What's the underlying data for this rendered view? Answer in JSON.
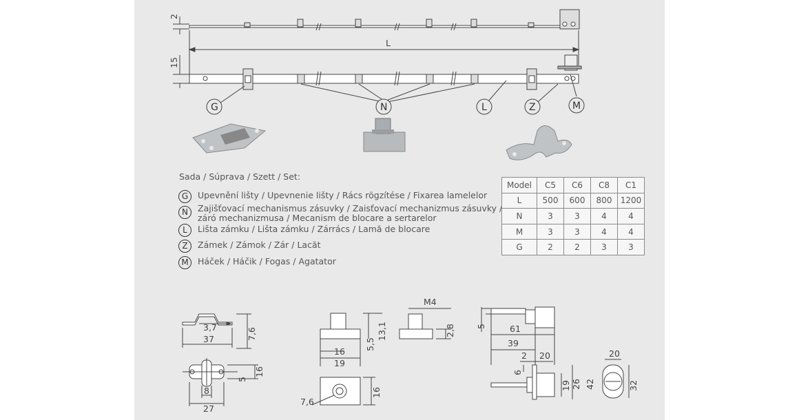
{
  "set_heading": "Sada / Súprava / Szett / Set:",
  "legend": [
    {
      "letter": "G",
      "text": "Upevnění lišty / Upevnenie lišty / Rács rögzítése / Fixarea lamelelor"
    },
    {
      "letter": "N",
      "text": "Zajišťovací mechanismus zásuvky / Zaisťovací mechanizmus zásuvky / Fiók",
      "text2": "záró mechanizmusa / Mecanism de blocare a sertarelor"
    },
    {
      "letter": "L",
      "text": "Lišta zámku / Lišta zámku / Zárrács / Lamă de blocare"
    },
    {
      "letter": "Z",
      "text": "Zámek / Zámok / Zár / Lacăt"
    },
    {
      "letter": "M",
      "text": "Háček / Háčik / Fogas / Agatator"
    }
  ],
  "table": {
    "header": [
      "Model",
      "C5",
      "C6",
      "C8",
      "C1"
    ],
    "rows": [
      [
        "L",
        "500",
        "600",
        "800",
        "1200"
      ],
      [
        "N",
        "3",
        "3",
        "4",
        "4"
      ],
      [
        "M",
        "3",
        "3",
        "4",
        "4"
      ],
      [
        "G",
        "2",
        "2",
        "3",
        "3"
      ]
    ]
  },
  "top_drawing": {
    "dim_thickness": "2",
    "dim_height": "15",
    "dim_length": "L",
    "callouts": [
      "G",
      "N",
      "L",
      "Z",
      "M"
    ]
  },
  "dims": {
    "hook": {
      "a": "3,7",
      "b": "37",
      "c": "7,6",
      "d": "5",
      "e": "16",
      "f": "8",
      "g": "27"
    },
    "mech": {
      "a": "13,1",
      "b": "5,5",
      "c": "16",
      "d": "19",
      "e": "M4",
      "f": "2,8",
      "g": "7,6",
      "h": "16"
    },
    "lock": {
      "a": "5",
      "b": "61",
      "c": "39",
      "d": "2",
      "e": "20",
      "f": "6",
      "g": "19",
      "h": "26",
      "i": "42",
      "j": "20",
      "k": "32"
    }
  }
}
